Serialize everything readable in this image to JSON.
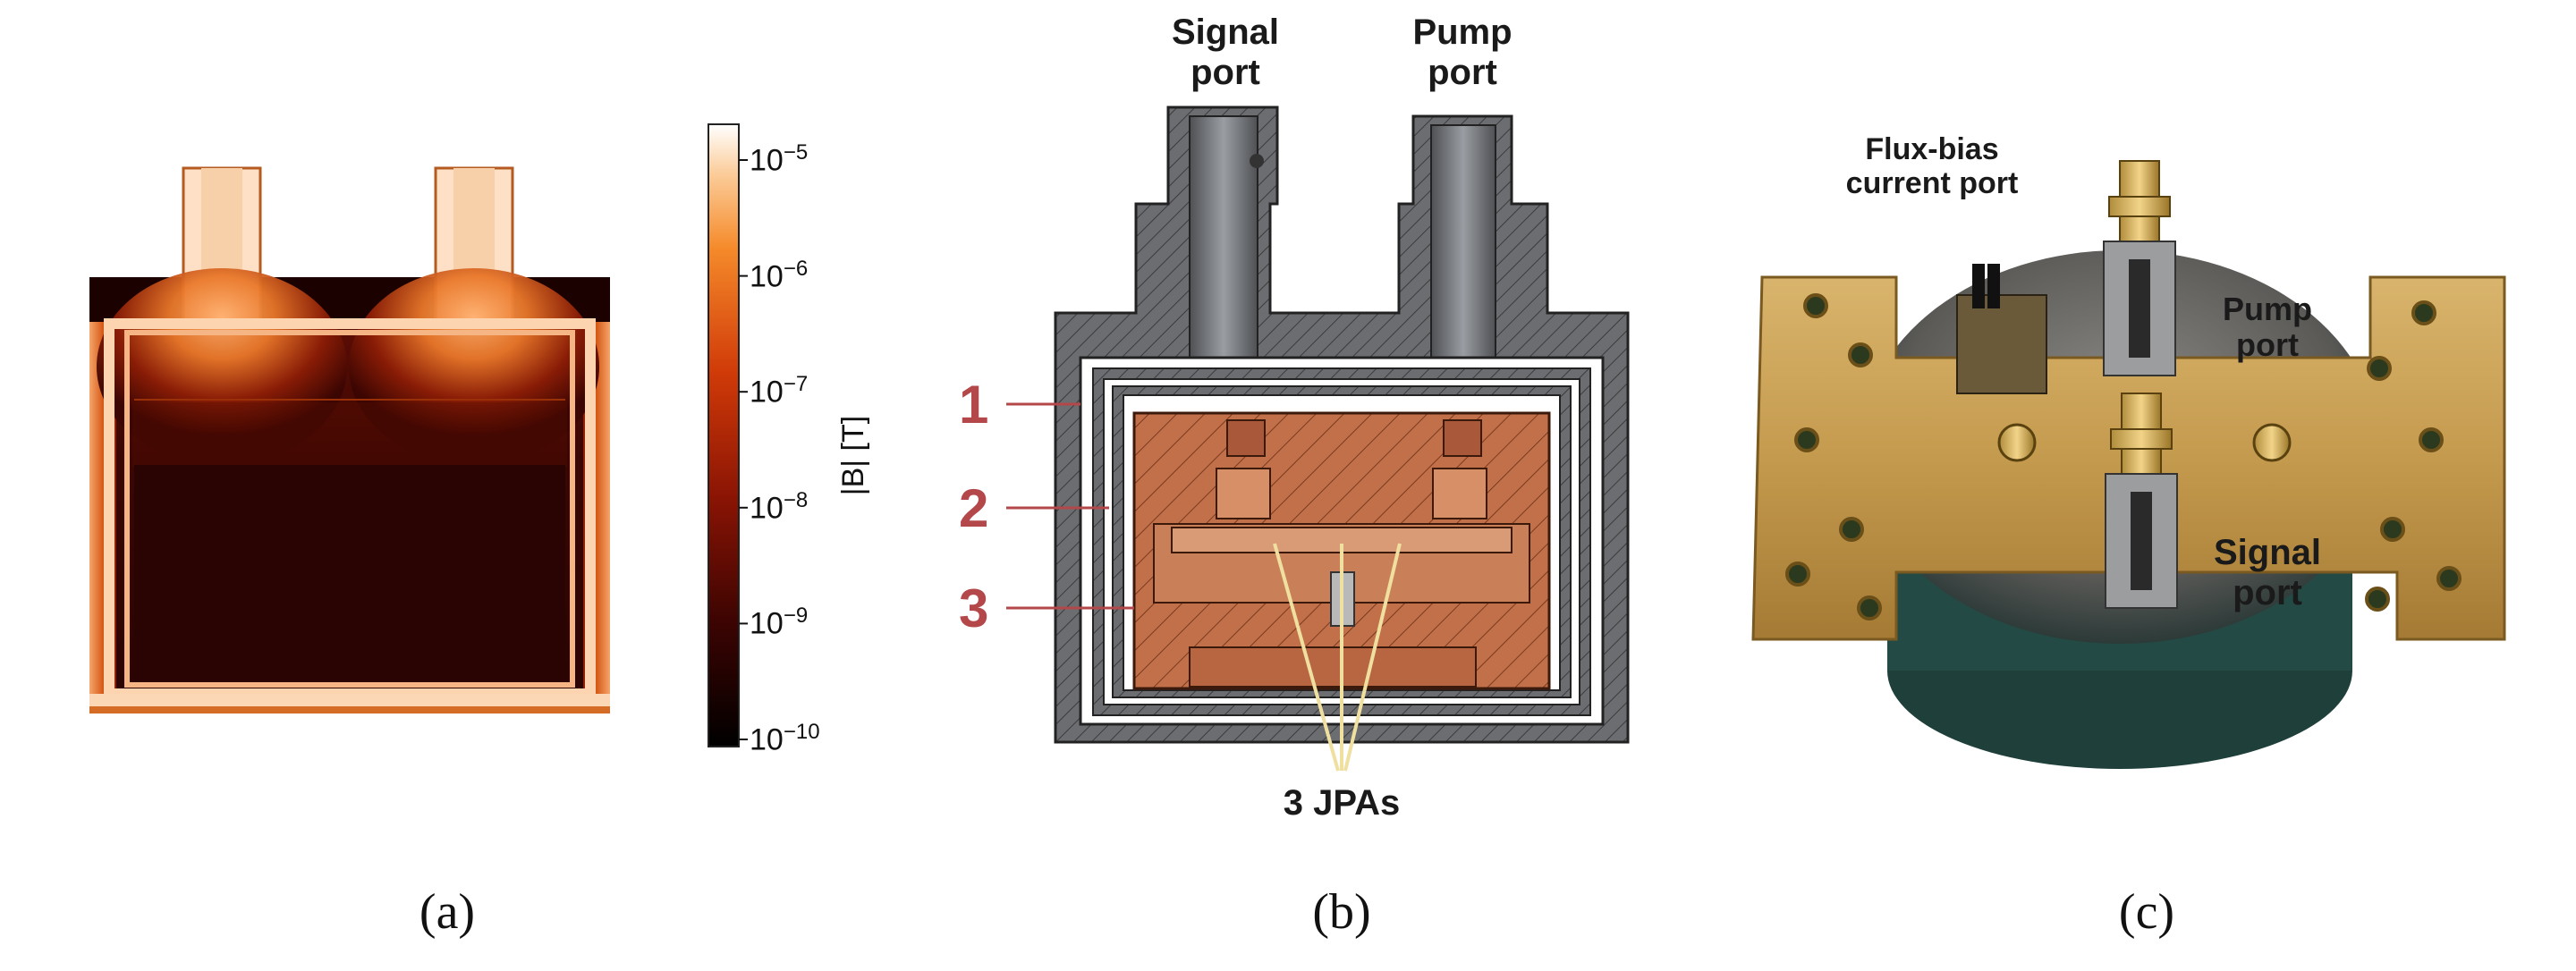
{
  "panels": {
    "a": {
      "caption": "(a)",
      "colorbar": {
        "label": "|B| [T]",
        "ticks": [
          {
            "base": "10",
            "exp": "−5"
          },
          {
            "base": "10",
            "exp": "−6"
          },
          {
            "base": "10",
            "exp": "−7"
          },
          {
            "base": "10",
            "exp": "−8"
          },
          {
            "base": "10",
            "exp": "−9"
          },
          {
            "base": "10",
            "exp": "−10"
          }
        ],
        "colormap": "gist_heat",
        "scale": "log"
      }
    },
    "b": {
      "caption": "(b)",
      "signal_port": "Signal\nport",
      "pump_port": "Pump\nport",
      "shield_numbers": [
        "1",
        "2",
        "3"
      ],
      "jpas_label": "3 JPAs",
      "accent_color": "#b4474a"
    },
    "c": {
      "caption": "(c)",
      "flux_bias_label": "Flux-bias\ncurrent port",
      "pump_port": "Pump\nport",
      "signal_port": "Signal\nport"
    }
  }
}
